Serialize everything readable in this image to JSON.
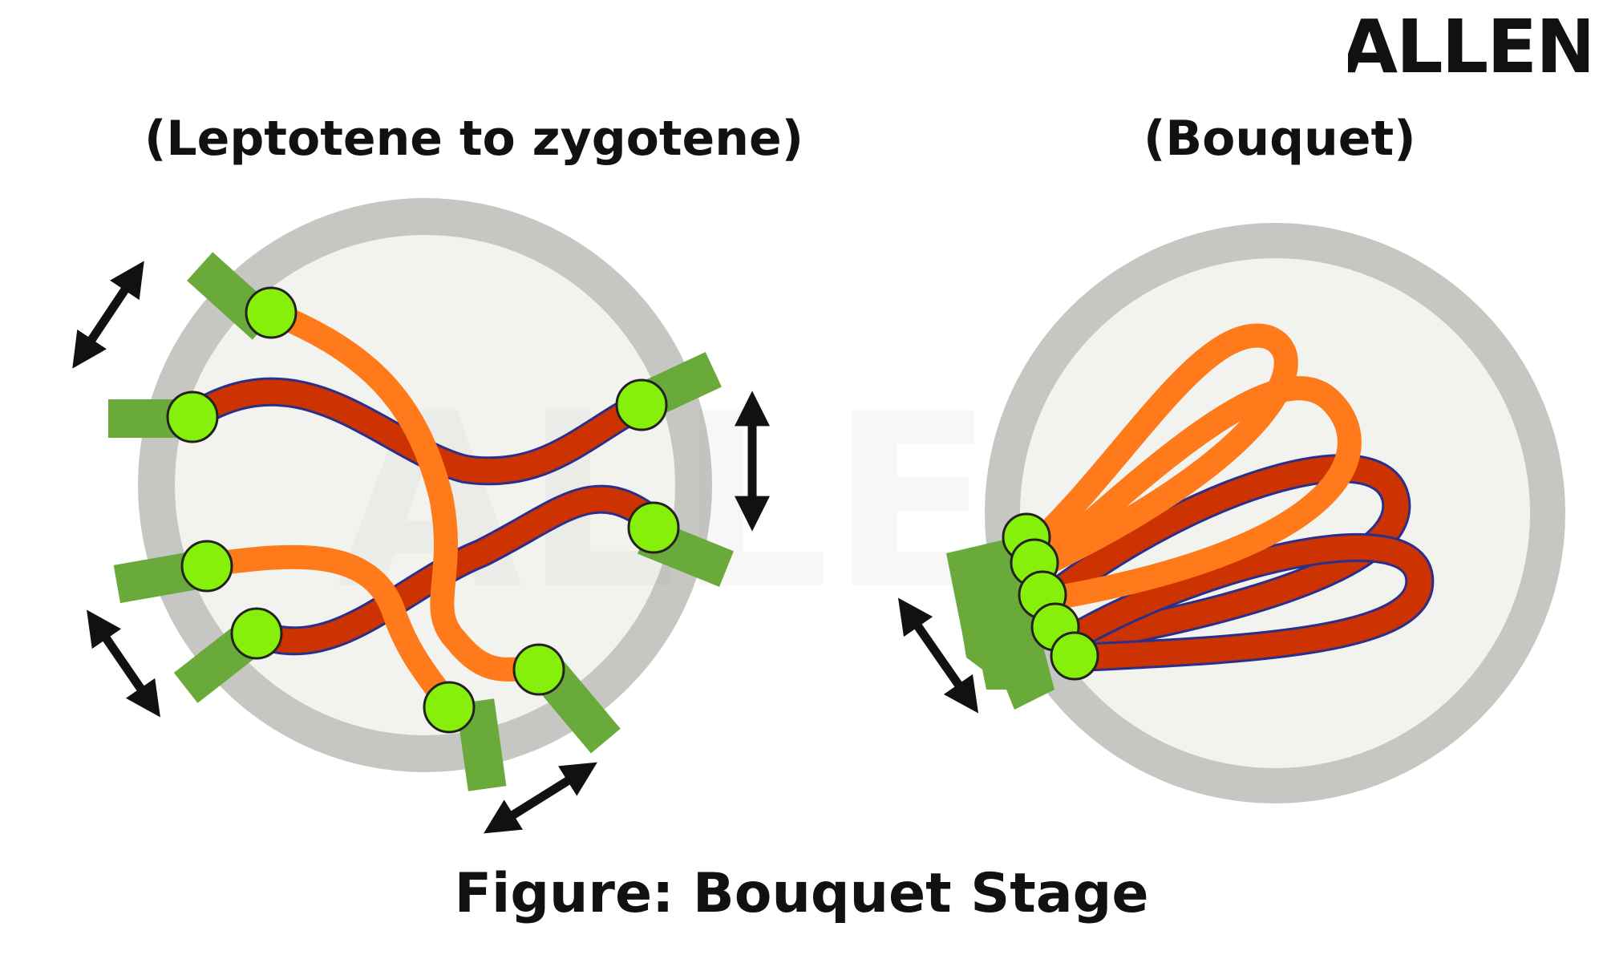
{
  "brand": {
    "logo_text": "ALLEN"
  },
  "panels": {
    "left": {
      "label": "(Leptotene to zygotene)"
    },
    "right": {
      "label": "(Bouquet)"
    }
  },
  "caption": "Figure: Bouquet Stage",
  "colors": {
    "nucleus_rim": "#c9c9c6",
    "nucleus_fill": "#f2f2ef",
    "chromosome_red": "#cc3300",
    "chromosome_outline": "#2b2f8c",
    "chromosome_orange": "#ff7a1a",
    "telomere_dot": "#86f00a",
    "attachment_plate": "#6aaa3a",
    "arrow": "#111111"
  },
  "icons": [
    "double-headed-arrow-icon"
  ]
}
